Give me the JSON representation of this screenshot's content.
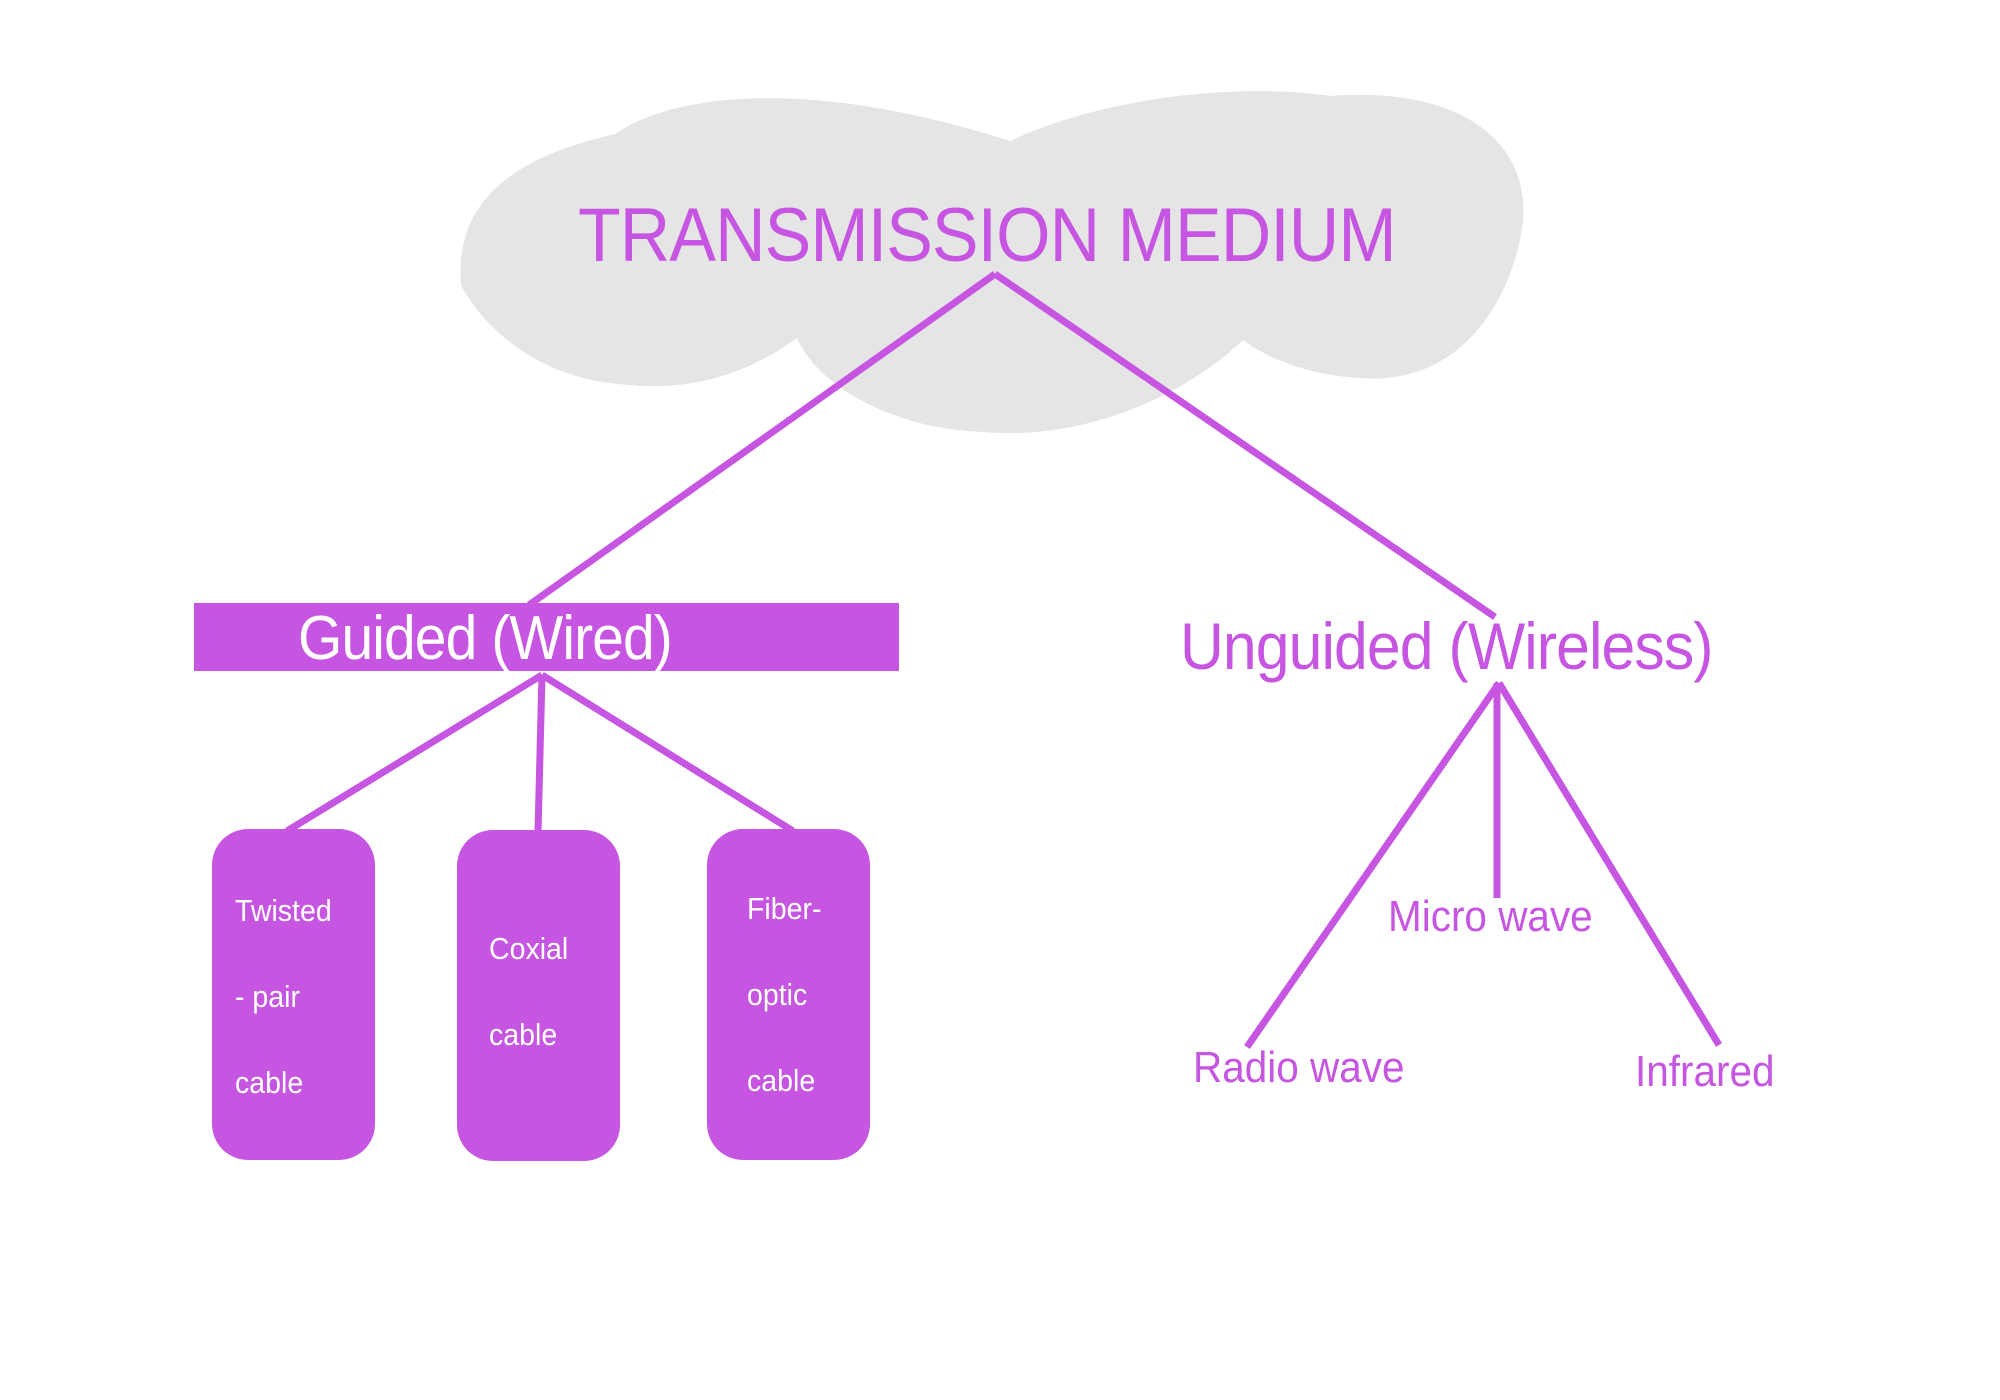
{
  "colors": {
    "accent": "#C655E2",
    "cloud": "#E5E5E5",
    "on_accent_text": "#FFFFFF",
    "background": "#FFFFFF"
  },
  "root": {
    "label": "TRANSMISSION MEDIUM",
    "shape": "cloud"
  },
  "branches": [
    {
      "label": "Guided (Wired)",
      "style": "filled-bar",
      "children": [
        {
          "lines": [
            "Twisted",
            "- pair",
            "cable"
          ]
        },
        {
          "lines": [
            "Coxial",
            "cable"
          ]
        },
        {
          "lines": [
            "Fiber-",
            "optic",
            "cable"
          ]
        }
      ]
    },
    {
      "label": "Unguided (Wireless)",
      "style": "text",
      "children": [
        {
          "label": "Radio wave"
        },
        {
          "label": "Micro wave"
        },
        {
          "label": "Infrared"
        }
      ]
    }
  ]
}
